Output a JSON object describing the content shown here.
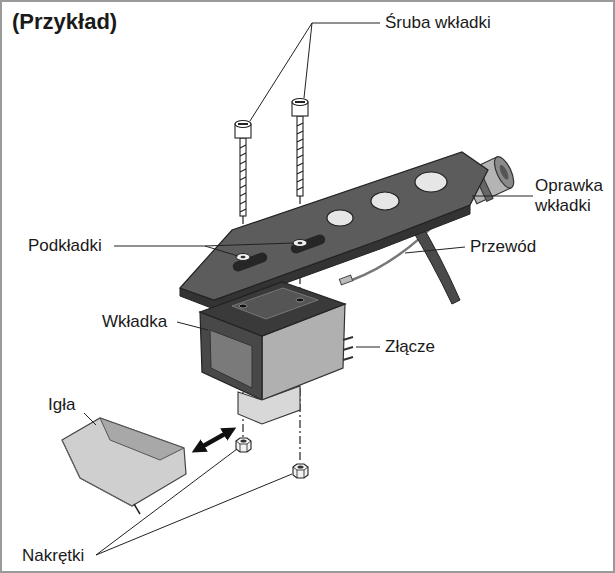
{
  "diagram": {
    "title": "(Przykład)",
    "labels": [
      "Śruba wkładki",
      "Oprawka wkładki",
      "Podkładki",
      "Przewód",
      "Wkładka",
      "Złącze",
      "Igła",
      "Nakrętki"
    ]
  }
}
